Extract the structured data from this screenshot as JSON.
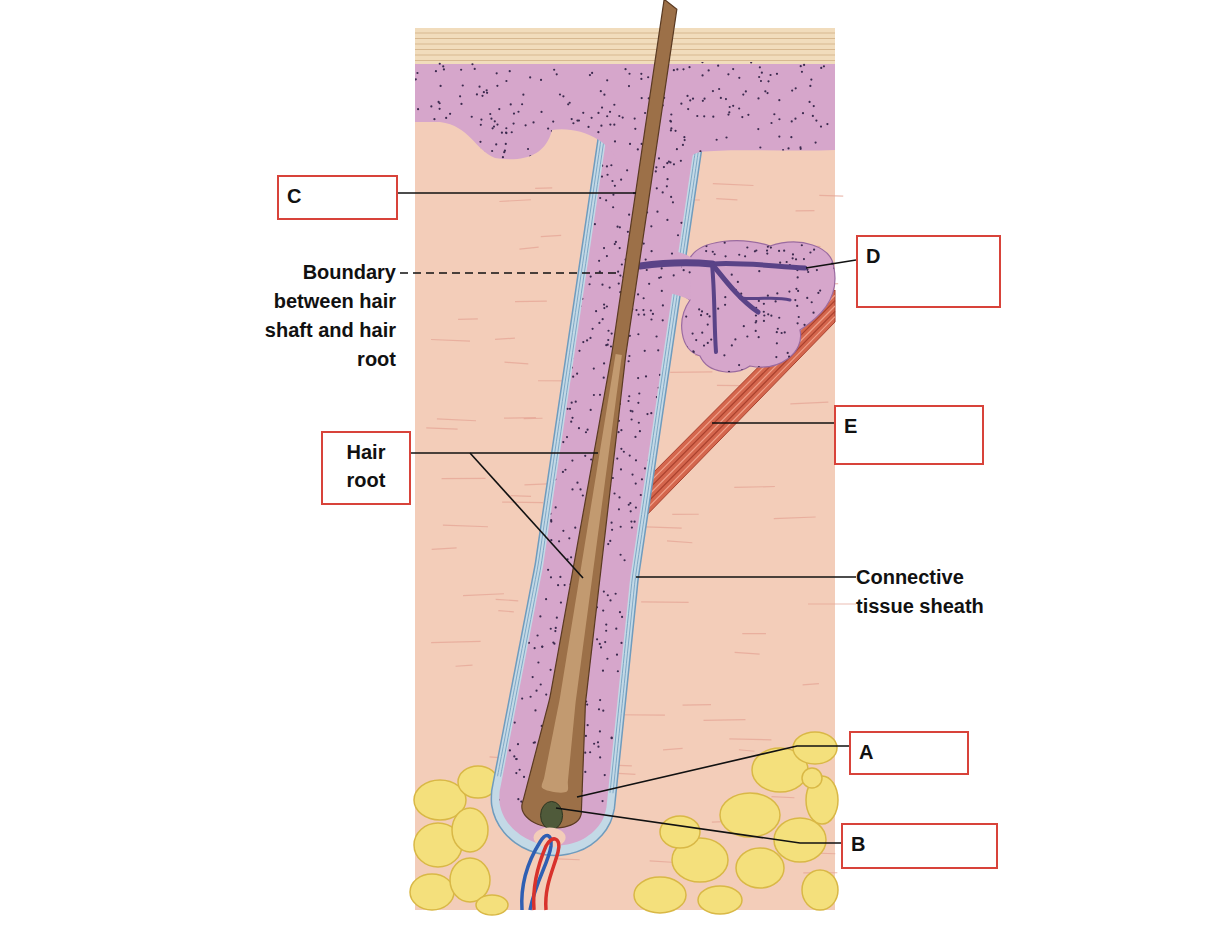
{
  "diagram": {
    "nodes": [
      {
        "text": [
          "C"
        ]
      },
      {
        "text": [
          "D"
        ]
      },
      {
        "text": [
          "E"
        ]
      },
      {
        "text": [
          "Hair root"
        ]
      },
      {
        "text": [
          "A"
        ]
      },
      {
        "text": [
          "B"
        ]
      }
    ],
    "labels": [
      "Boundary between hair shaft and hair root",
      "Connective tissue sheath"
    ]
  }
}
